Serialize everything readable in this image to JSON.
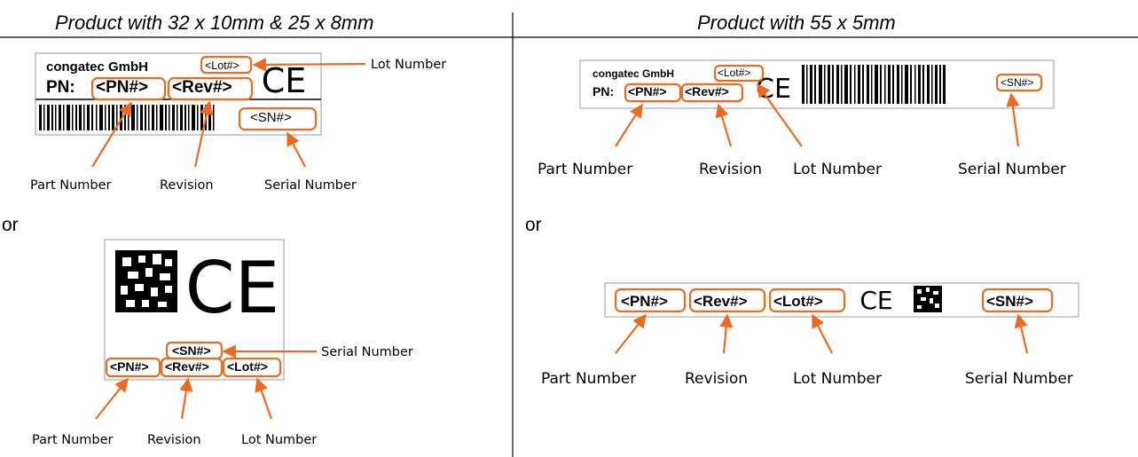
{
  "headings": {
    "left": "Product with 32 x 10mm & 25 x 8mm",
    "right": "Product with 55 x 5mm"
  },
  "or_text": "or",
  "tags": {
    "company": "congatec GmbH",
    "pn_prefix": "PN:",
    "pn": "<PN#>",
    "rev": "<Rev#>",
    "lot": "<Lot#>",
    "sn": "<SN#>",
    "ce": "CE"
  },
  "captions": {
    "part_number": "Part Number",
    "revision": "Revision",
    "lot_number": "Lot Number",
    "serial_number": "Serial Number"
  },
  "colors": {
    "accent": "#ee6a1f",
    "divider": "#000000",
    "label_border": "#aaaaaa"
  }
}
